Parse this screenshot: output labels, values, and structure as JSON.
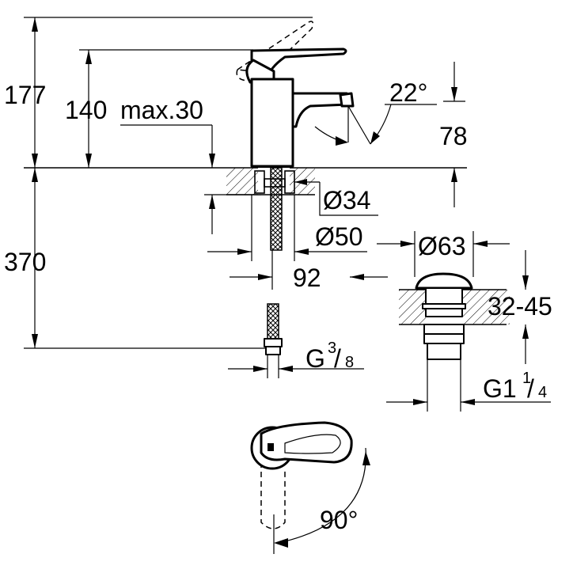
{
  "labels": {
    "h_total": "177",
    "h_spout": "140",
    "max_thickness": "max.30",
    "angle_spout": "22°",
    "reach": "78",
    "d_hole": "Ø34",
    "d_base": "Ø50",
    "hose_length": "370",
    "spacing": "92",
    "d_waste": "Ø63",
    "waste_range": "32-45",
    "conn_main": "G",
    "conn_num": "3",
    "conn_den": "8",
    "waste_main": "G1",
    "waste_num": "1",
    "waste_den": "4",
    "lever_angle": "90°"
  },
  "icons": [
    "mixer-tap-icon",
    "pop-up-waste-icon",
    "lever-top-view-icon"
  ]
}
